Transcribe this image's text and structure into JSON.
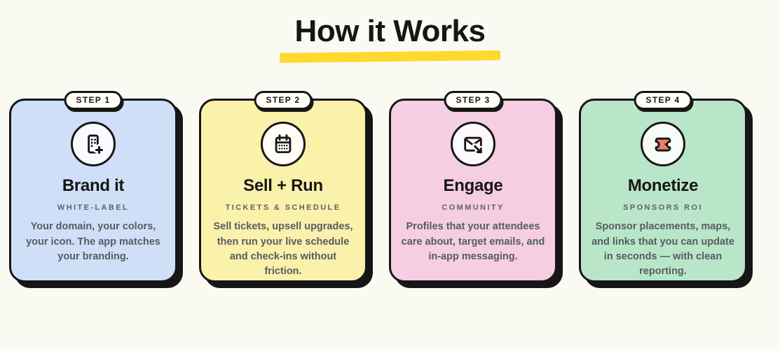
{
  "header": {
    "title": "How it Works"
  },
  "colors": {
    "page_background": "#FAFAF3",
    "title_underline": "#FFD92B",
    "border_ink": "#161616",
    "subtitle_gray": "#5d6269",
    "description_gray": "#565c63",
    "badge_background": "#FFFDF6",
    "ticket_fill": "#E8806A"
  },
  "steps": [
    {
      "badge": "STEP 1",
      "icon": "building-plus-icon",
      "title": "Brand it",
      "subtitle": "WHITE-LABEL",
      "description": "Your domain, your colors, your icon. The app matches your branding.",
      "card_color": "#CFDFF7"
    },
    {
      "badge": "STEP 2",
      "icon": "calendar-icon",
      "title": "Sell + Run",
      "subtitle": "TICKETS & SCHEDULE",
      "description": "Sell tickets, upsell upgrades, then run your live schedule and check-ins without friction.",
      "card_color": "#FAF1AB"
    },
    {
      "badge": "STEP 3",
      "icon": "mail-forward-icon",
      "title": "Engage",
      "subtitle": "COMMUNITY",
      "description": "Profiles that your attendees care about, target emails, and in-app messaging.",
      "card_color": "#F5CEE1"
    },
    {
      "badge": "STEP 4",
      "icon": "ticket-icon",
      "title": "Monetize",
      "subtitle": "SPONSORS ROI",
      "description": "Sponsor placements, maps, and links that you can update in seconds — with clean reporting.",
      "card_color": "#B9E6C9"
    }
  ]
}
